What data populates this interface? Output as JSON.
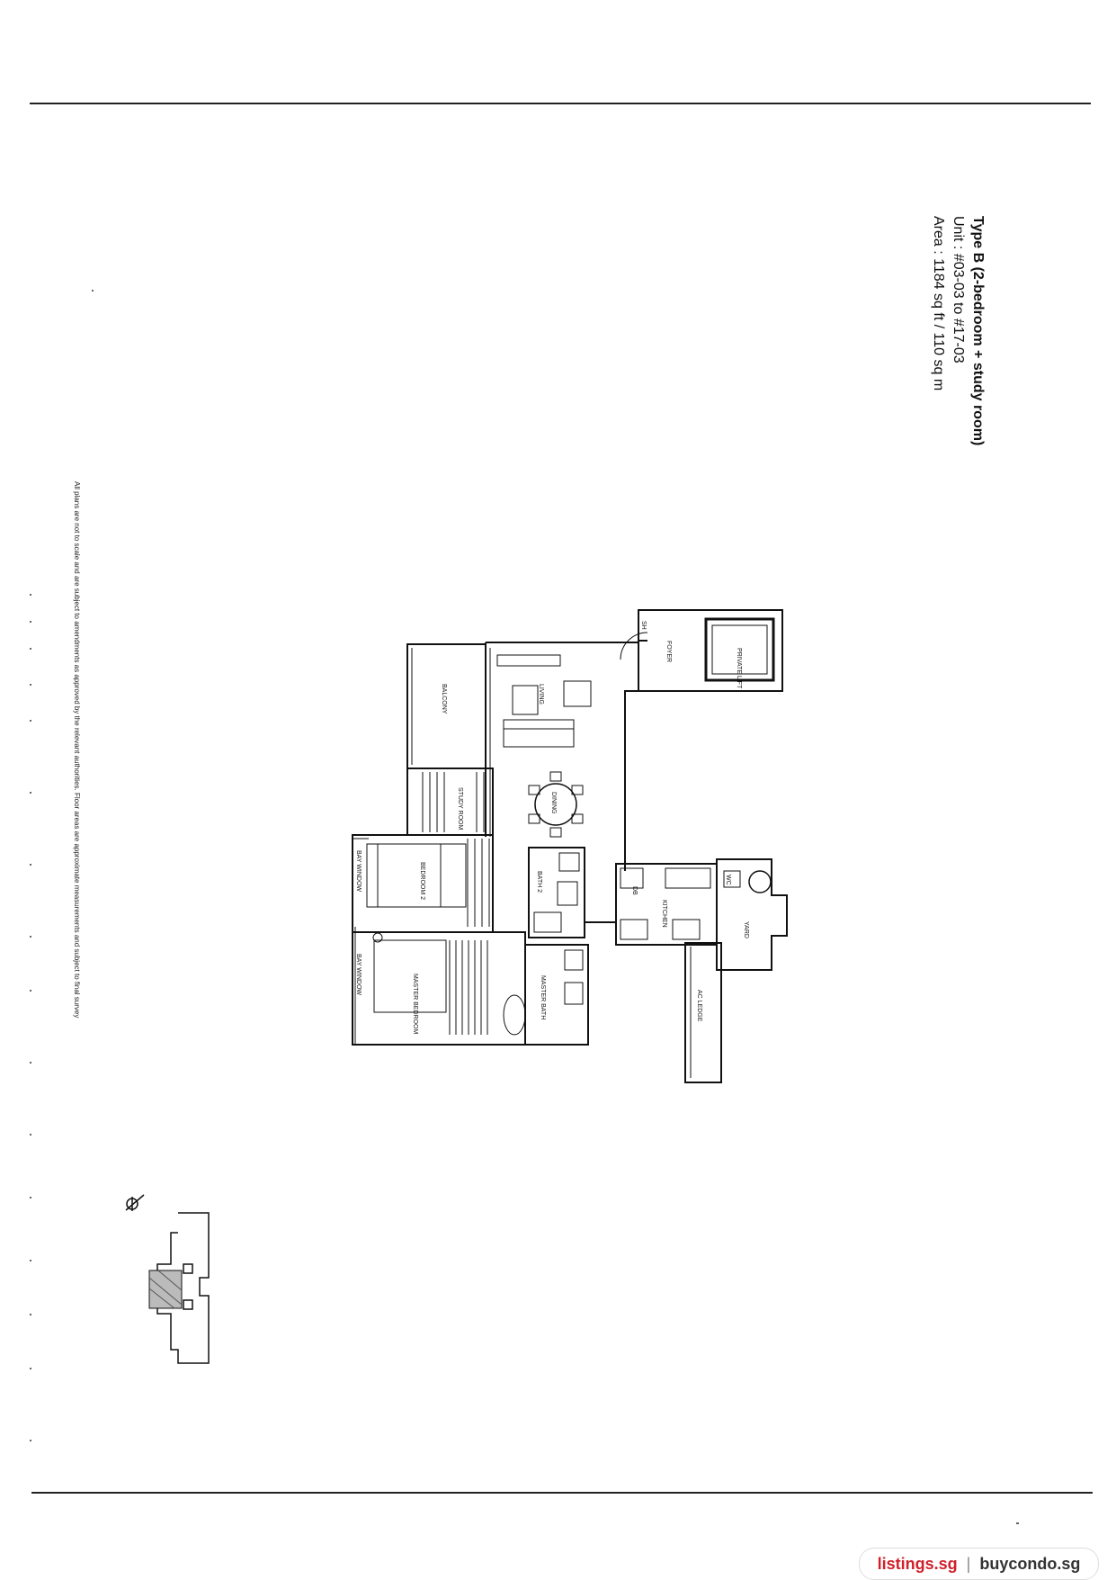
{
  "unit_info": {
    "type": "Type B (2-bedroom + study room)",
    "unit": "Unit : #03-03 to #17-03",
    "area": "Area : 1184 sq ft / 110 sq m"
  },
  "disclaimer": "All plans are not to scale and are subject to amendments as approved by the relevant authorities. Floor areas are approximate measurements and subject to final survey",
  "rooms": {
    "private_lift": "PRIVATE LIFT",
    "foyer": "FOYER",
    "shelter": "SH",
    "living": "LIVING",
    "balcony": "BALCONY",
    "dining": "DINING",
    "study_room": "STUDY ROOM",
    "bedroom2": "BEDROOM 2",
    "bath2": "BATH 2",
    "bay_window_1": "BAY WINDOW",
    "bay_window_2": "BAY WINDOW",
    "master_bedroom": "MASTER BEDROOM",
    "master_bath": "MASTER BATH",
    "kitchen": "KITCHEN",
    "yard": "YARD",
    "ac_ledge": "AC LEDGE",
    "dryer": "DB",
    "wm": "WC"
  },
  "footer": {
    "brand_a": "listings.sg",
    "separator": "|",
    "brand_b": "buycondo.sg"
  }
}
